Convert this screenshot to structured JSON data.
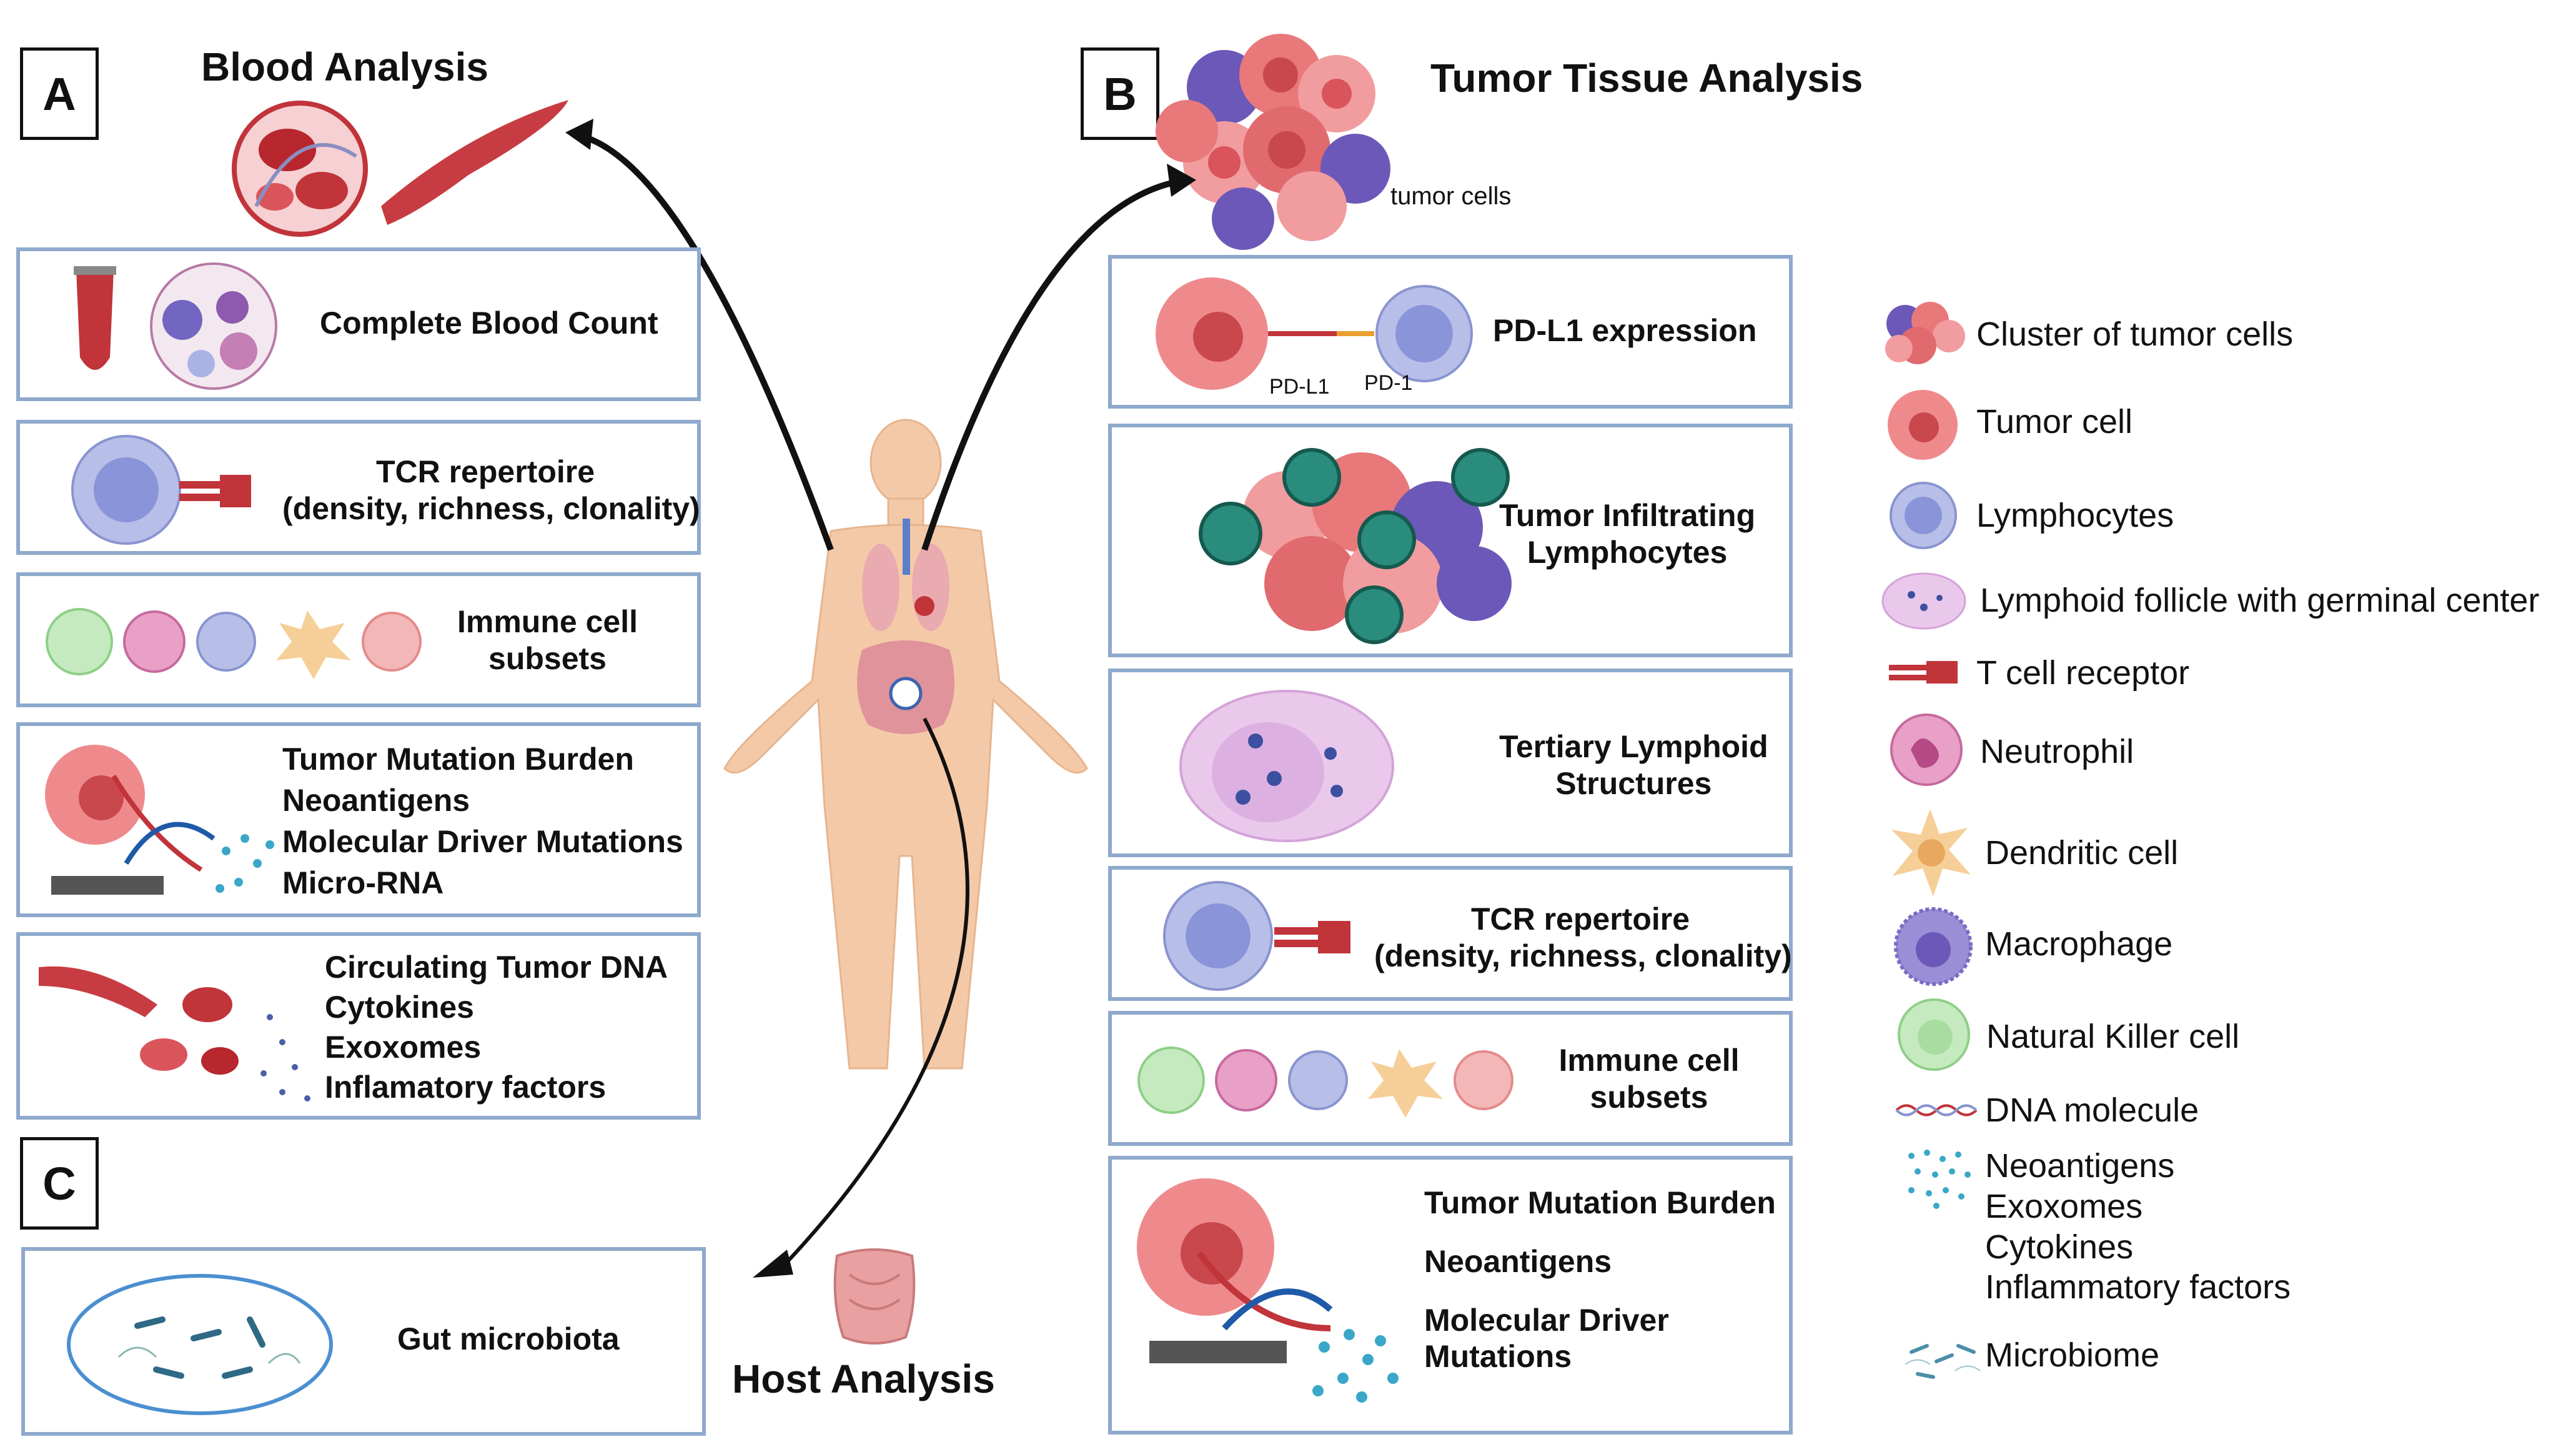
{
  "panels": {
    "a_label": "A",
    "b_label": "B",
    "c_label": "C"
  },
  "titles": {
    "blood": "Blood Analysis",
    "tumor": "Tumor Tissue Analysis",
    "host": "Host Analysis",
    "tumor_cells_caption": "tumor cells"
  },
  "blood_boxes": [
    {
      "lines": [
        "Complete Blood Count"
      ]
    },
    {
      "lines": [
        "TCR repertoire",
        "(density, richness, clonality)"
      ]
    },
    {
      "lines": [
        "Immune cell",
        "subsets"
      ]
    },
    {
      "lines": [
        "Tumor Mutation Burden",
        "Neoantigens",
        "Molecular Driver Mutations",
        "Micro-RNA"
      ]
    },
    {
      "lines": [
        "Circulating Tumor DNA",
        "Cytokines",
        "Exoxomes",
        "Inflamatory factors"
      ]
    }
  ],
  "tumor_boxes": [
    {
      "lines": [
        "PD-L1 expression"
      ],
      "labels": [
        "PD-L1",
        "PD-1"
      ]
    },
    {
      "lines": [
        "Tumor Infiltrating",
        "Lymphocytes"
      ]
    },
    {
      "lines": [
        "Tertiary Lymphoid",
        "Structures"
      ]
    },
    {
      "lines": [
        "TCR repertoire",
        "(density, richness, clonality)"
      ]
    },
    {
      "lines": [
        "Immune cell",
        "subsets"
      ]
    },
    {
      "lines": [
        "Tumor Mutation Burden",
        "Neoantigens",
        "Molecular Driver",
        "Mutations"
      ]
    }
  ],
  "host_boxes": [
    {
      "lines": [
        "Gut microbiota"
      ]
    }
  ],
  "legend": [
    {
      "icon": "tumor-cluster-icon",
      "label": "Cluster of tumor cells"
    },
    {
      "icon": "tumor-cell-icon",
      "label": "Tumor cell"
    },
    {
      "icon": "lymphocyte-icon",
      "label": "Lymphocytes"
    },
    {
      "icon": "lymphoid-follicle-icon",
      "label": "Lymphoid follicle with germinal center"
    },
    {
      "icon": "t-cell-receptor-icon",
      "label": "T cell receptor"
    },
    {
      "icon": "neutrophil-icon",
      "label": "Neutrophil"
    },
    {
      "icon": "dendritic-cell-icon",
      "label": "Dendritic cell"
    },
    {
      "icon": "macrophage-icon",
      "label": "Macrophage"
    },
    {
      "icon": "nk-cell-icon",
      "label": "Natural Killer cell"
    },
    {
      "icon": "dna-molecule-icon",
      "label": "DNA molecule"
    },
    {
      "icon": "particles-icon",
      "lines": [
        "Neoantigens",
        "Exoxomes",
        "Cytokines",
        "Inflammatory factors"
      ]
    },
    {
      "icon": "microbiome-icon",
      "label": "Microbiome"
    }
  ],
  "colors": {
    "panel_border": "#8ea9cc",
    "tumor_red": "#e8787a",
    "lymphocyte": "#a9b3e6",
    "macrophage": "#7a6cc4",
    "til_green": "#2a8c7c",
    "blood_red": "#c0343a"
  }
}
